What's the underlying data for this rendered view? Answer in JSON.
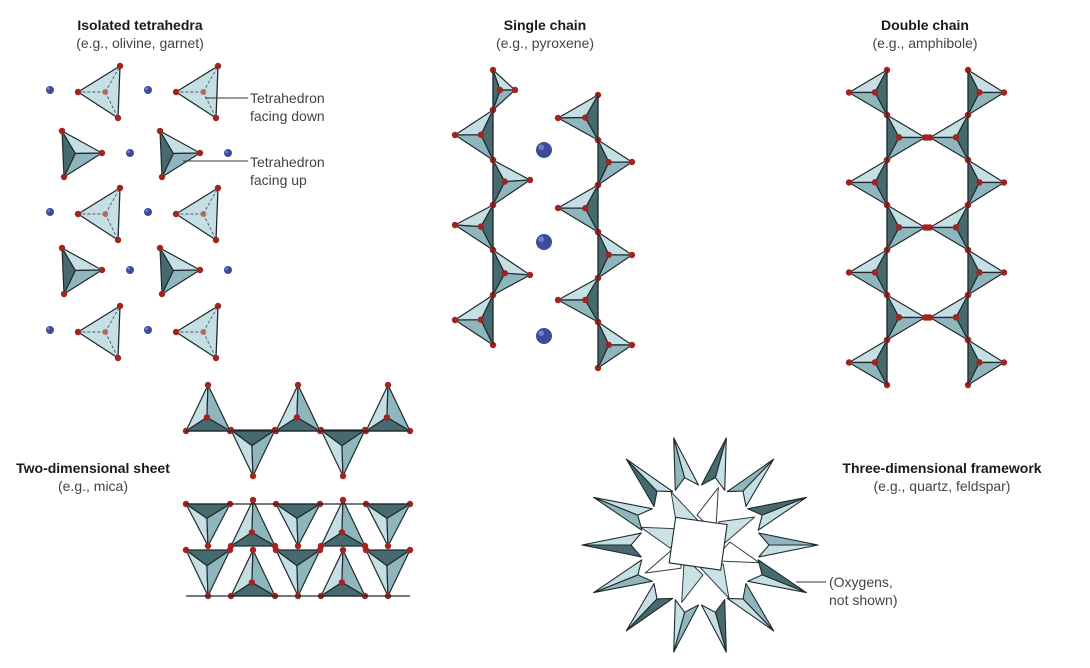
{
  "panels": {
    "isolated": {
      "title": "Isolated tetrahedra",
      "example": "(e.g., olivine, garnet)",
      "callout_down": [
        "Tetrahedron",
        "facing down"
      ],
      "callout_up": [
        "Tetrahedron",
        "facing up"
      ]
    },
    "single": {
      "title": "Single chain",
      "example": "(e.g., pyroxene)"
    },
    "double": {
      "title": "Double chain",
      "example": "(e.g., amphibole)"
    },
    "sheet": {
      "title": "Two-dimensional sheet",
      "example": "(e.g., mica)"
    },
    "framework": {
      "title": "Three-dimensional framework",
      "example": "(e.g., quartz, feldspar)",
      "callout": [
        "(Oxygens,",
        "not shown)"
      ]
    }
  },
  "colors": {
    "face_light": "#c5dfe4",
    "face_mid": "#8fb6bd",
    "face_dark": "#466a6f",
    "edge": "#1f2a2c",
    "oxygen": "#a3231f",
    "cation": "#3d4c9c"
  }
}
